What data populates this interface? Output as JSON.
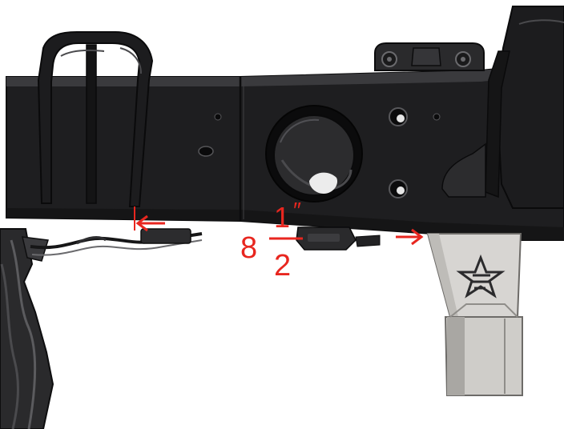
{
  "measurement": {
    "whole": "8",
    "numerator": "1",
    "inch_mark": "″",
    "denominator": "2"
  },
  "colors": {
    "annotation": "#e8261f",
    "frame": "#1e1e20",
    "frame_highlight": "#3a3a3d",
    "bracket": "#d7d5d2",
    "bracket_shadow": "#a9a7a3",
    "logo": "#2b2b2d"
  },
  "icons": {
    "left_arrow": "left-arrow-icon",
    "right_arrow": "right-arrow-icon",
    "logo": "star-logo-icon"
  }
}
